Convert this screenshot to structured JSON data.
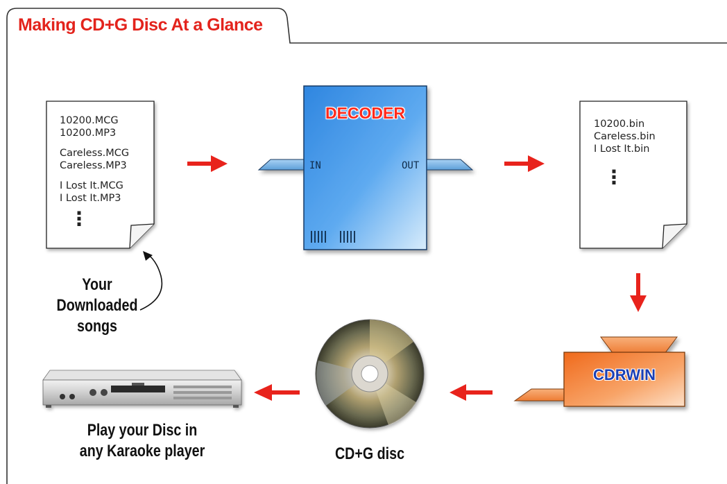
{
  "title": "Making CD+G Disc At a Glance",
  "source_files": {
    "groups": [
      [
        "10200.MCG",
        "10200.MP3"
      ],
      [
        "Careless.MCG",
        "Careless.MP3"
      ],
      [
        "I Lost It.MCG",
        "I Lost It.MP3"
      ]
    ],
    "continuation": "⋮"
  },
  "decoder": {
    "label": "DECODER",
    "in_label": "IN",
    "out_label": "OUT",
    "marks": "|||||   |||||"
  },
  "output_files": {
    "items": [
      "10200.bin",
      "Careless.bin",
      "I Lost It.bin"
    ],
    "continuation": "⋮"
  },
  "burner": {
    "label": "CDRWIN"
  },
  "captions": {
    "downloaded": [
      "Your",
      "Downloaded",
      "songs"
    ],
    "disc": "CD+G disc",
    "player": [
      "Play your Disc in",
      "any Karaoke player"
    ]
  },
  "colors": {
    "title": "#e3231c",
    "arrow": "#e8231c",
    "decoder_blue": "#3a8fe0",
    "burner_orange": "#f07a2c"
  }
}
